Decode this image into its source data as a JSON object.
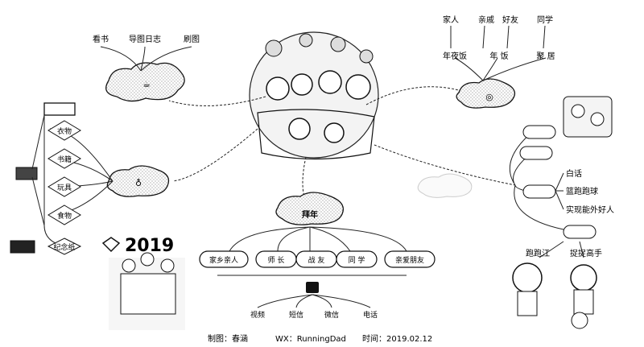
{
  "top_left_branch": {
    "items": [
      "看书",
      "导图日志",
      "刷图"
    ]
  },
  "top_right_branch": {
    "row1": [
      "家人",
      "亲戚",
      "好友",
      "同学"
    ],
    "row2": [
      "年夜饭",
      "年 饭",
      "聚 居"
    ]
  },
  "right_branch": {
    "items": [
      "白话",
      "篮跑跑球",
      "实现能外好人"
    ],
    "bottom_labels": [
      "跑跑江",
      "捉捉高手"
    ]
  },
  "left_branch": {
    "items": [
      "衣物",
      "书籍",
      "玩具",
      "食物"
    ],
    "bottom_label": "纪念纸"
  },
  "year": "2019",
  "bottom_branch": {
    "people": [
      "家乡亲人",
      "师 长",
      "战 友",
      "同 学",
      "亲爱朋友"
    ],
    "methods": [
      "视频",
      "短信",
      "微信",
      "电话"
    ],
    "center_cloud_label": "拜年"
  },
  "footer": {
    "author": "制图：春涵",
    "wx": "WX：RunningDad",
    "date": "时间：2019.02.12"
  }
}
